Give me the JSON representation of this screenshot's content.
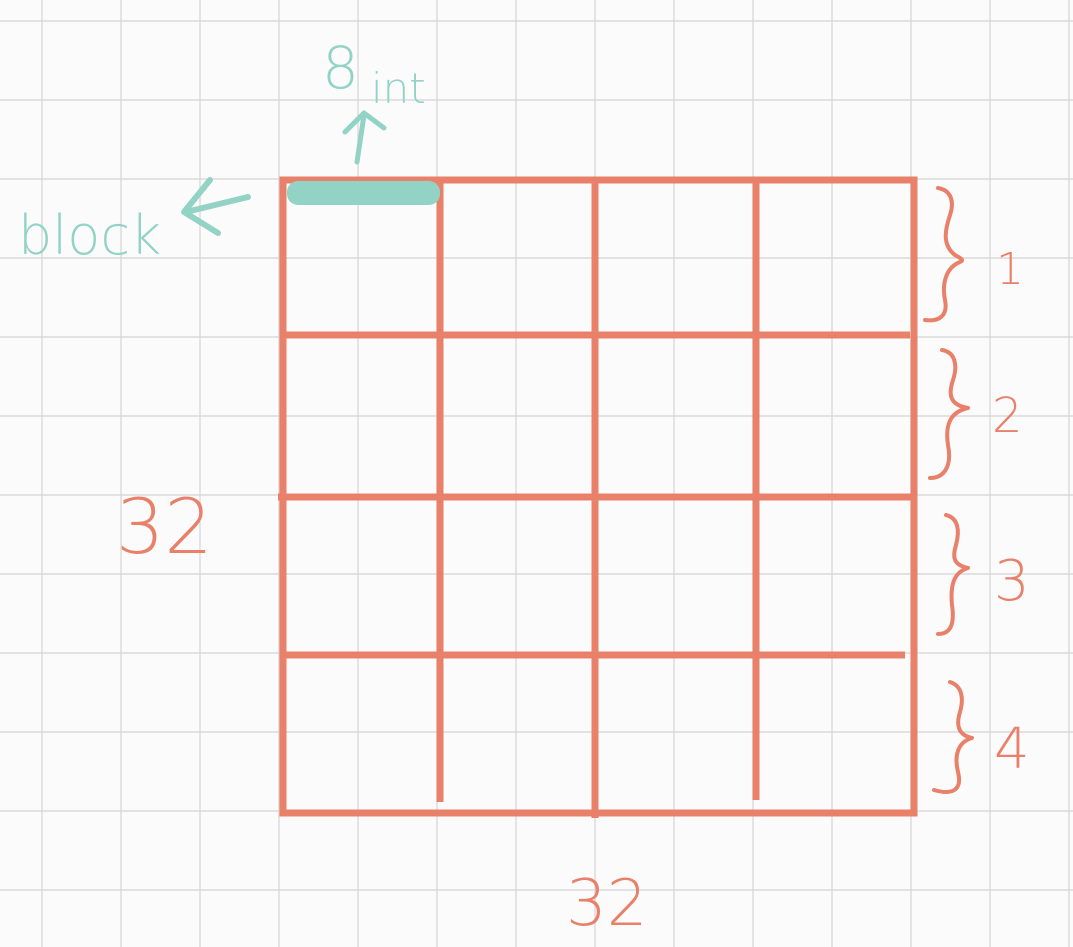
{
  "colors": {
    "paper": "#fbfbfb",
    "grid_line": "#d4d4d4",
    "matrix": "#e8806a",
    "annotation": "#92d3c6"
  },
  "labels": {
    "block": "block",
    "int_count": "8",
    "int_unit": "int",
    "height": "32",
    "width": "32",
    "row_1": "1",
    "row_2": "2",
    "row_3": "3",
    "row_4": "4"
  },
  "matrix": {
    "rows": 4,
    "cols": 4
  },
  "icons": {
    "up_arrow": "arrow-up-icon",
    "left_arrow": "arrow-left-icon",
    "brace": "curly-brace-icon"
  }
}
